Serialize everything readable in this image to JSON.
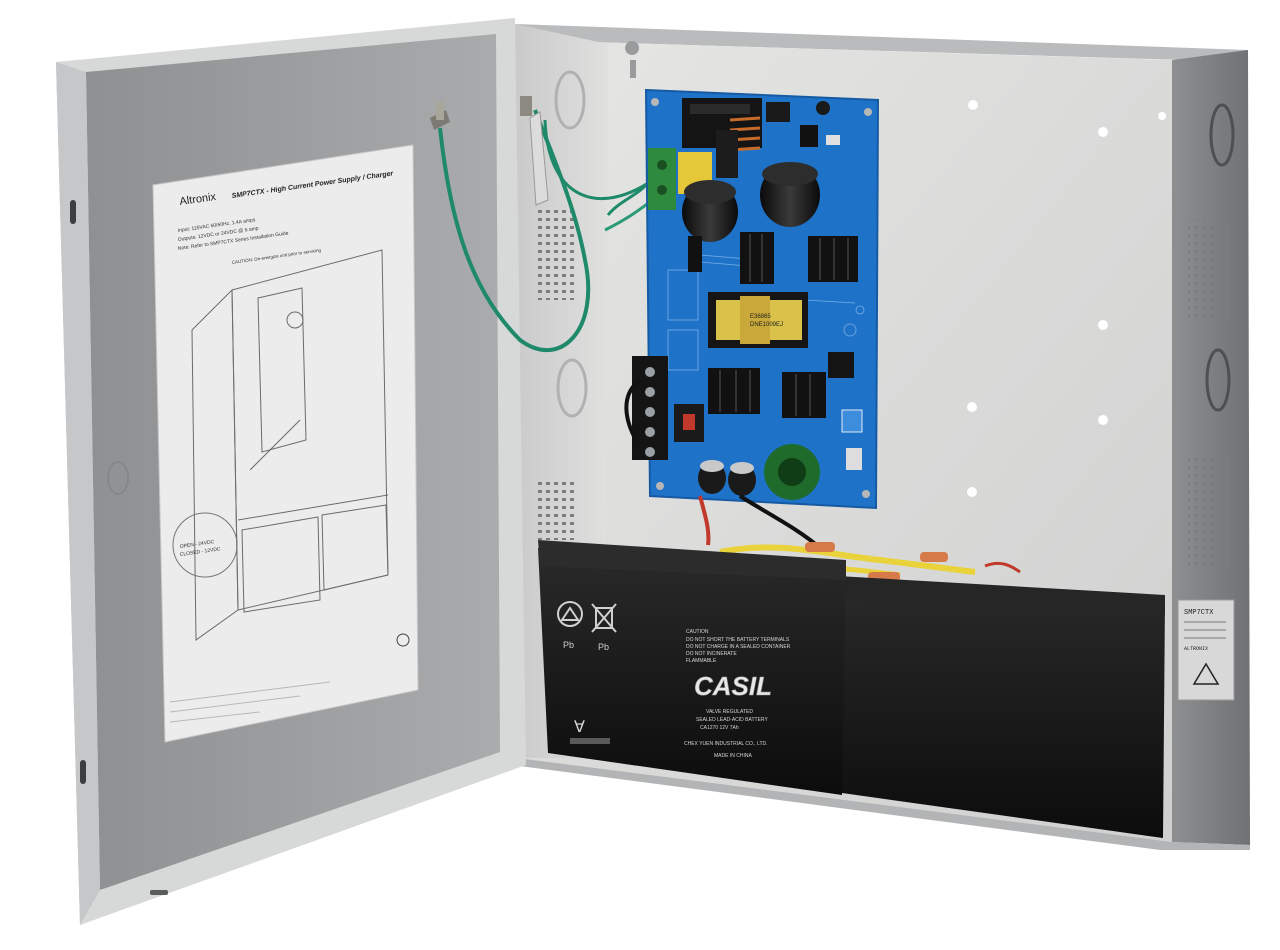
{
  "door_label": {
    "brand": "Altronix",
    "title": "SMP7CTX - High Current Power Supply / Charger",
    "lines": [
      "Input: 115VAC 60/60Hz, 1.4A amps",
      "Outputs: 12VDC or 24VDC @ 6 amp",
      "Note: Refer to SMP7CTX Series Installation Guide",
      "CAUTION: De-energize unit prior to servicing"
    ],
    "callout_lines": [
      "OPEN - 24VDC",
      "CLOSED - 12VDC"
    ]
  },
  "battery_left": {
    "warning_lines": [
      "CAUTION",
      "DO NOT SHORT THE BATTERY TERMINALS",
      "DO NOT CHARGE IN A SEALED CONTAINER",
      "DO NOT INCINERATE",
      "FLAMMABLE"
    ],
    "brand": "CASIL",
    "spec_lines": [
      "VALVE REGULATED",
      "SEALED LEAD-ACID BATTERY",
      "CA1270    12V    7Ah"
    ],
    "maker": "CHEX YUEN INDUSTRIAL CO., LTD.",
    "origin": "MADE IN CHINA",
    "recycle_mark": "Pb"
  },
  "board": {
    "transformer_text": [
      "E36865",
      "DNE1009EJ"
    ]
  },
  "side_label": {
    "model": "SMP7CTX",
    "brand": "ALTRONIX"
  },
  "colors": {
    "cabinet": "#dcdcdc",
    "door_inner": "#9fa1a3",
    "pcb": "#1e73c9",
    "battery": "#141414",
    "ground_wire": "#1f8a6a"
  }
}
